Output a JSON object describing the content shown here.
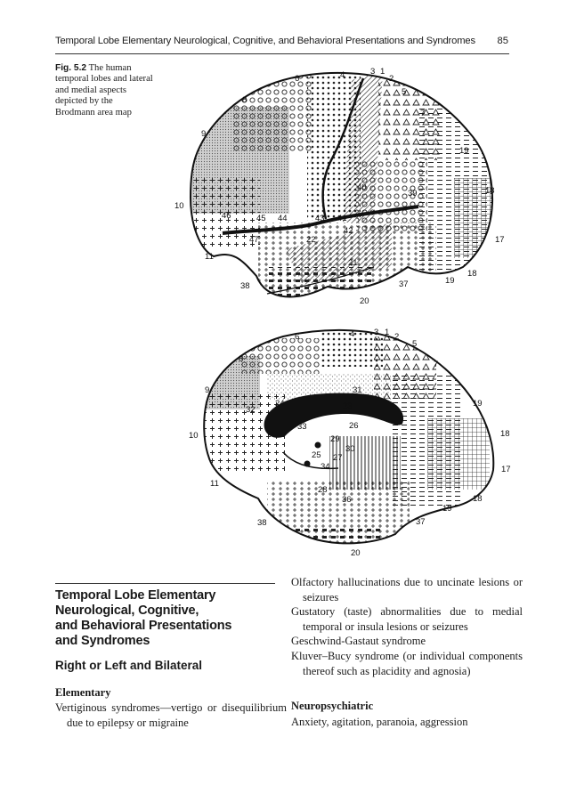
{
  "header": {
    "running_title": "Temporal Lobe Elementary Neurological, Cognitive, and Behavioral Presentations and Syndromes",
    "page_number": "85"
  },
  "figure": {
    "label": "Fig. 5.2",
    "caption": "The human temporal lobes and lateral and medial aspects depicted by the Brodmann area map",
    "lateral_numbers": [
      "6",
      "4",
      "3",
      "1",
      "2",
      "5",
      "8",
      "7",
      "9",
      "19",
      "40",
      "39",
      "18",
      "10",
      "45",
      "44",
      "43",
      "41",
      "42",
      "46",
      "47",
      "22",
      "17",
      "11",
      "21",
      "38",
      "37",
      "19",
      "18",
      "20"
    ],
    "medial_numbers": [
      "6",
      "4",
      "3",
      "1",
      "2",
      "5",
      "8",
      "7",
      "9",
      "32",
      "31",
      "24",
      "23",
      "19",
      "33",
      "26",
      "18",
      "10",
      "29",
      "30",
      "25",
      "27",
      "17",
      "11",
      "34",
      "28",
      "36",
      "19",
      "18",
      "38",
      "37",
      "20"
    ]
  },
  "section": {
    "title_lines": [
      "Temporal Lobe Elementary",
      "Neurological, Cognitive,",
      "and Behavioral Presentations",
      "and Syndromes"
    ],
    "subtitle": "Right or Left and Bilateral",
    "elementary_heading": "Elementary",
    "elementary_items": [
      "Vertiginous syndromes—vertigo or disequilibrium due to epilepsy or migraine"
    ],
    "right_items": [
      "Olfactory hallucinations due to uncinate lesions or seizures",
      "Gustatory (taste) abnormalities due to medial temporal or insula lesions or seizures",
      "Geschwind-Gastaut syndrome",
      "Kluver–Bucy syndrome (or individual components thereof such as placidity and agnosia)"
    ],
    "neuro_heading": "Neuropsychiatric",
    "neuro_items": [
      "Anxiety, agitation, paranoia, aggression"
    ]
  }
}
